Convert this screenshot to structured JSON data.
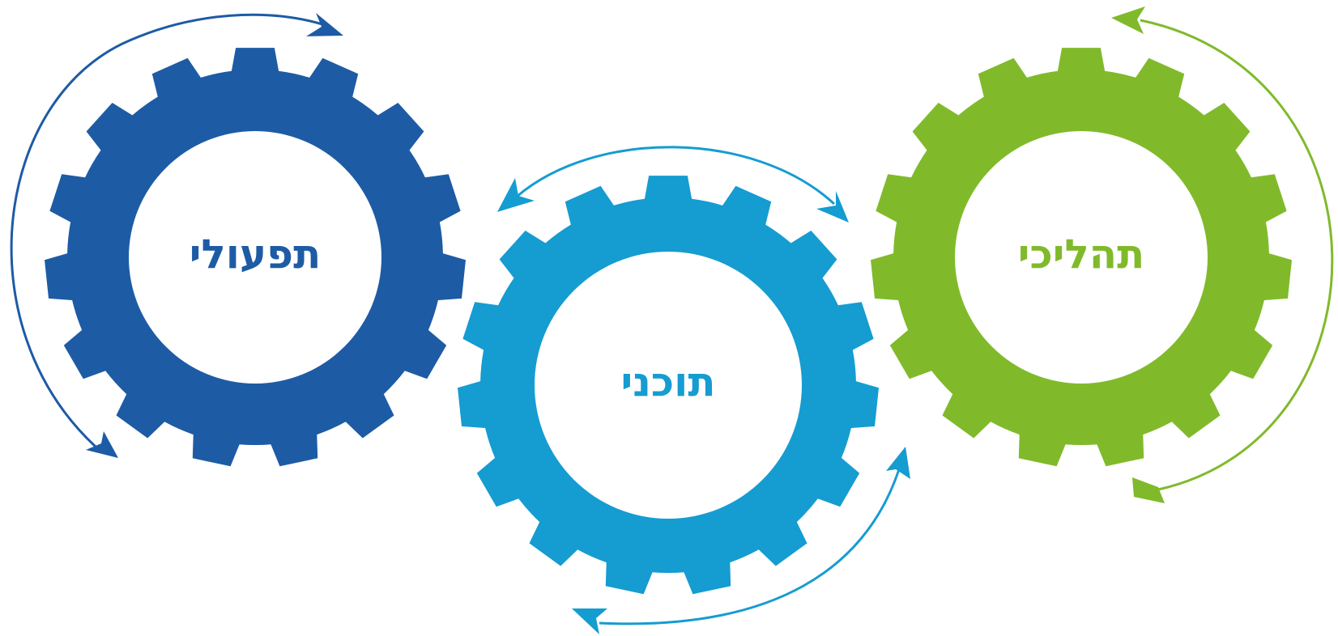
{
  "colors": {
    "dark_blue": "#1d5ba5",
    "light_blue": "#159cd1",
    "green": "#80ba2b",
    "background": "#ffffff"
  },
  "gears": [
    {
      "id": "operational",
      "label": "תפעולי",
      "color": "#1d5ba5",
      "icon": "gear-icon"
    },
    {
      "id": "content",
      "label": "תוכני",
      "color": "#159cd1",
      "icon": "gear-icon"
    },
    {
      "id": "process",
      "label": "תהליכי",
      "color": "#80ba2b",
      "icon": "gear-icon"
    }
  ],
  "arrows": [
    {
      "id": "operational-cycle",
      "color": "#1d5ba5",
      "icon": "curved-arrow-icon"
    },
    {
      "id": "content-top-double",
      "color": "#159cd1",
      "icon": "double-headed-curved-arrow-icon"
    },
    {
      "id": "content-bottom",
      "color": "#159cd1",
      "icon": "curved-arrow-icon"
    },
    {
      "id": "process-cycle",
      "color": "#80ba2b",
      "icon": "curved-arrow-icon"
    }
  ]
}
